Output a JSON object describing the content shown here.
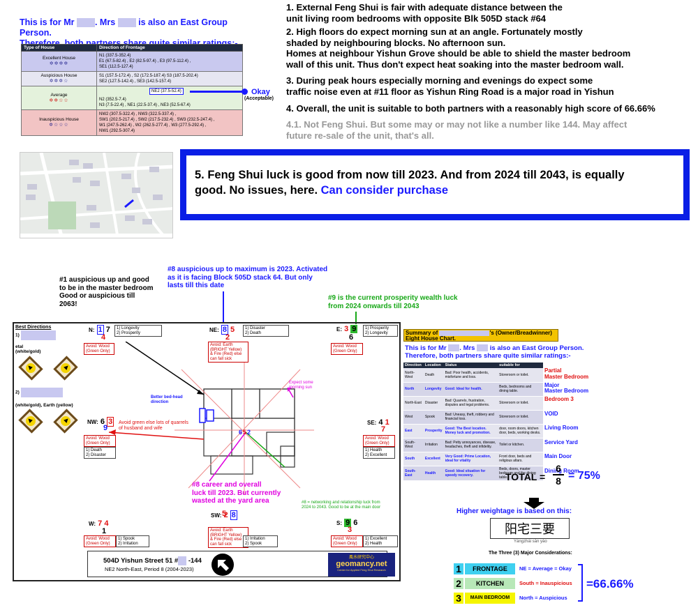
{
  "intro": {
    "line1_a": "This is for Mr",
    "line1_b": ". Mrs",
    "line1_c": " is also an East Group Person.",
    "line2": "Therefore, both partners share quite similar ratings:-"
  },
  "rating_table": {
    "headers": [
      "Type of House",
      "Direction of Frontage"
    ],
    "rows": [
      {
        "house": "Excellent House",
        "stars": "✡✡✡✡",
        "dirs": [
          "N1 (337.5-352.4)",
          "E1 (67.5-82.4) , E2 (82.5-97.4) , E3 (97.5-112.4) ,",
          "SE1 (112.5-127.4)"
        ]
      },
      {
        "house": "Auspicious House",
        "stars": "✡✡✡☆",
        "dirs": [
          "S1 (157.5-172.4) , S2 (172.5-187.4)  S3 (187.5-202.4)",
          "SE2 (127.5-142.4) , SE3 (142.5-157.4)"
        ]
      },
      {
        "house": "Average",
        "stars": "✡✡☆☆",
        "highlight": "NE2 (37.5-52.4)",
        "dirs": [
          "N2 (352.5-7.4)",
          "N3 (7.5-22.4) , NE1 (22.5-37.4) , NE3 (52.5-67.4)"
        ]
      },
      {
        "house": "Inauspicious House",
        "stars": "✡☆☆☆",
        "dirs": [
          "NW2 (307.5-322.4) , NW3 (322.5-337.4) ,",
          "SW1 (202.5-217.4) , SW2 (217.5-232.4) , SW3 (232.5-247.4) ,",
          "W1 (247.5-262.4) , W2 (262.5-277.4) , W3 (277.5-292.4) ,",
          "NW1 (292.5-307.4)"
        ]
      }
    ],
    "okay_label": "Okay",
    "okay_sub": "(Acceptable)"
  },
  "notes": [
    {
      "text": "1. External Feng Shui is fair with adequate distance between the\nunit living room bedrooms with opposite Blk 505D stack #64"
    },
    {
      "text": "2. High floors do expect morning sun at an angle. Fortunately mostly\nshaded by neighbouring blocks. No afternoon sun.\nHomes at neighbour Yishun Grove should be able to shield the master bedroom\nwall of this unit. Thus don't expect heat soaking into the master bedroom wall."
    },
    {
      "text": "3. During peak hours especially morning and evenings do expect some\ntraffic noise even at #11 floor as Yishun Ring Road is a major road in Yishun"
    },
    {
      "text": "4. Overall, the unit is suitable to both partners with a reasonably high score of 66.66%"
    },
    {
      "text": "4.1. Not Feng Shui. But some may or may not like a number like 144. May affect\nfuture re-sale of the unit, that's all."
    }
  ],
  "luck": {
    "text": "5. Feng Shui luck is good from now till 2023. And from 2024 till 2043, is equally\ngood. No issues, here. ",
    "highlight": "Can consider purchase"
  },
  "annotations": {
    "a1": "#1 auspicious up and good\nto be in the master bedroom\nGood or auspicious till\n2063!",
    "a8": "#8 auspicious up to maximum is 2023. Activated\nas it is facing Block 505D stack 64. But only\nlasts till this date",
    "a9": "#9 is the current prosperity wealth luck\nfrom 2024 onwards till 2043",
    "a8b": "#8 career and overall\nluck till 2023. But currently\nwasted at the yard area",
    "a8c": "#8 = networking and relationship luck from\n2024 to 2043. Good to be at the main door",
    "avoid_green": "Avoid green else lots of quarrels\nof husband and wife",
    "bed_head": "Better bed-head\ndirection",
    "morning_sun": "Expect some\nmorning sun"
  },
  "best_directions": {
    "title": "Best Directions",
    "p1_label": "1)",
    "p1_tail": "etal\n(white/gold)",
    "p2_label": "2)",
    "p2_tail": "(white/gold), Earth (yellow)"
  },
  "sectors": {
    "N": {
      "label": "N:",
      "a": "1",
      "b": "7",
      "c": "4",
      "k1": "1) Longevity",
      "k2": "2) Prosperity"
    },
    "NE": {
      "label": "NE:",
      "a": "8",
      "b": "5",
      "c": "2",
      "k1": "1) Disaster",
      "k2": "2) Death",
      "avoid": "Avoid: Earth\n(BRIGHT Yellow)\n& Fire (Red) else\ncan fall sick"
    },
    "E": {
      "label": "E:",
      "a": "3",
      "b": "9",
      "c": "6",
      "k1": "1) Prosperity",
      "k2": "2) Longevity",
      "avoid": "Avoid: Wood\n(Green Only)"
    },
    "NW": {
      "label": "NW:",
      "a": "6",
      "b": "3",
      "c": "9",
      "k1": "1) Death",
      "k2": "2) Disaster",
      "avoid": "Avoid: Wood\n(Green Only)"
    },
    "SE": {
      "label": "SE:",
      "a": "4",
      "b": "1",
      "c": "7",
      "k1": "1) Health",
      "k2": "2) Excellent",
      "avoid": "Avoid: Wood\n(Green Only)"
    },
    "W": {
      "label": "W:",
      "a": "7",
      "b": "4",
      "c": "1",
      "k1": "1) Spook",
      "k2": "2) Irritation",
      "avoid": "Avoid: Wood\n(Green Only)"
    },
    "SW": {
      "label": "SW:",
      "a": "2",
      "b": "5",
      "c": "8",
      "k1": "1) Irritation",
      "k2": "2) Spook",
      "avoid": "Avoid: Earth\n(BRIGHT Yellow)\n& Fire (Red) else\ncan fall sick"
    },
    "S": {
      "label": "S:",
      "a": "9",
      "b": "6",
      "c": "3",
      "k1": "1) Excellent",
      "k2": "2) Health",
      "avoid": "Avoid: Wood\n(Green Only)"
    },
    "N_avoid": "Avoid: Wood\n(Green Only)"
  },
  "unit": {
    "address_a": "504D Yishun Street 51 #",
    "address_b": " -144",
    "sub": "NE2 North-East, Period 8 (2004-2023)"
  },
  "logo": {
    "top": "風水研究中心",
    "name": "geomancy.net",
    "sub": "Center for Applied Feng Shui Research"
  },
  "summary": {
    "title_a": "Summary of",
    "title_b": "'s (Owner/Breadwinner)",
    "title_c": "Eight House Chart.",
    "intro1_a": "This is for Mr",
    "intro1_b": ". Mrs",
    "intro1_c": " is also an East Group Person.",
    "intro2": "Therefore, both partners share quite similar ratings:-",
    "headers": [
      "Direction",
      "Location",
      "Status",
      "suitable for"
    ],
    "rows": [
      {
        "dir": "North-West",
        "loc": "Death",
        "status": "Bad: Poor health, accidents, misfortune and loss.",
        "suit": "Storeroom or toilet.",
        "good": false
      },
      {
        "dir": "North",
        "loc": "Longevity",
        "status": "Good: Ideal for health.",
        "suit": "Beds, bedrooms and dining table.",
        "good": true
      },
      {
        "dir": "North-East",
        "loc": "Disaster",
        "status": "Bad: Quarrels, frustration, disputes and legal problems.",
        "suit": "Storeroom or toilet.",
        "good": false
      },
      {
        "dir": "West",
        "loc": "Spook",
        "status": "Bad: Uneasy, theft, robbery and financial loss.",
        "suit": "Storeroom or toilet.",
        "good": false
      },
      {
        "dir": "East",
        "loc": "Prosperity",
        "status": "Good: The Best location. Money luck and promotion.",
        "suit": "door, room doors, kitchen door, beds, working desks.",
        "good": true
      },
      {
        "dir": "South-West",
        "loc": "Irritation",
        "status": "Bad: Petty annoyances, disease, headaches, theft and infidelity.",
        "suit": "Toilet or kitchen.",
        "good": false
      },
      {
        "dir": "South",
        "loc": "Excellent",
        "status": "Very Good: Prime Location, ideal for vitality",
        "suit": "Front door, beds and religious altars.",
        "good": true
      },
      {
        "dir": "South-East",
        "loc": "Health",
        "status": "Good: Ideal situation for speedy recovery.",
        "suit": "Beds, doors, master bedroom and the dining table.",
        "good": true
      }
    ],
    "usage": [
      {
        "text": "Partial\nMaster Bedroom",
        "color": "#e01010"
      },
      {
        "text": "Major\nMaster Bedroom",
        "color": "#1a1aff"
      },
      {
        "text": "Bedroom 3",
        "color": "#e01010"
      },
      {
        "text": "VOID",
        "color": "#1a1aff"
      },
      {
        "text": "Living Room",
        "color": "#1a1aff"
      },
      {
        "text": "Service Yard",
        "color": "#1a1aff"
      },
      {
        "text": "Main Door",
        "color": "#1a1aff"
      },
      {
        "text": "Dining Room",
        "color": "#1a1aff"
      }
    ],
    "total_label": "TOTAL =",
    "total_num": "6",
    "total_den": "8",
    "total_pct": "= 75%"
  },
  "weightage": {
    "text": "Higher weightage is based on this:",
    "chinese": "阳宅三要",
    "pinyin": "Yángzhái sān yào",
    "three": "The Three (3) Major Considerations:",
    "items": [
      {
        "num": "1",
        "label": "FRONTAGE",
        "value": "NE = Average = Okay",
        "numColor": "#3fd0f0",
        "valueColor": "#1a1aff"
      },
      {
        "num": "2",
        "label": "KITCHEN",
        "value": "South = Inauspicious",
        "numColor": "#b8e8b8",
        "valueColor": "#e01010"
      },
      {
        "num": "3",
        "label": "MAIN BEDROOM",
        "value": "North = Auspicious",
        "numColor": "#f5f500",
        "valueColor": "#1a1aff"
      }
    ],
    "score": "=66.66%"
  },
  "colors": {
    "accent": "#1a1aff",
    "frame": "#0a1ee6",
    "warning": "#e01010"
  }
}
